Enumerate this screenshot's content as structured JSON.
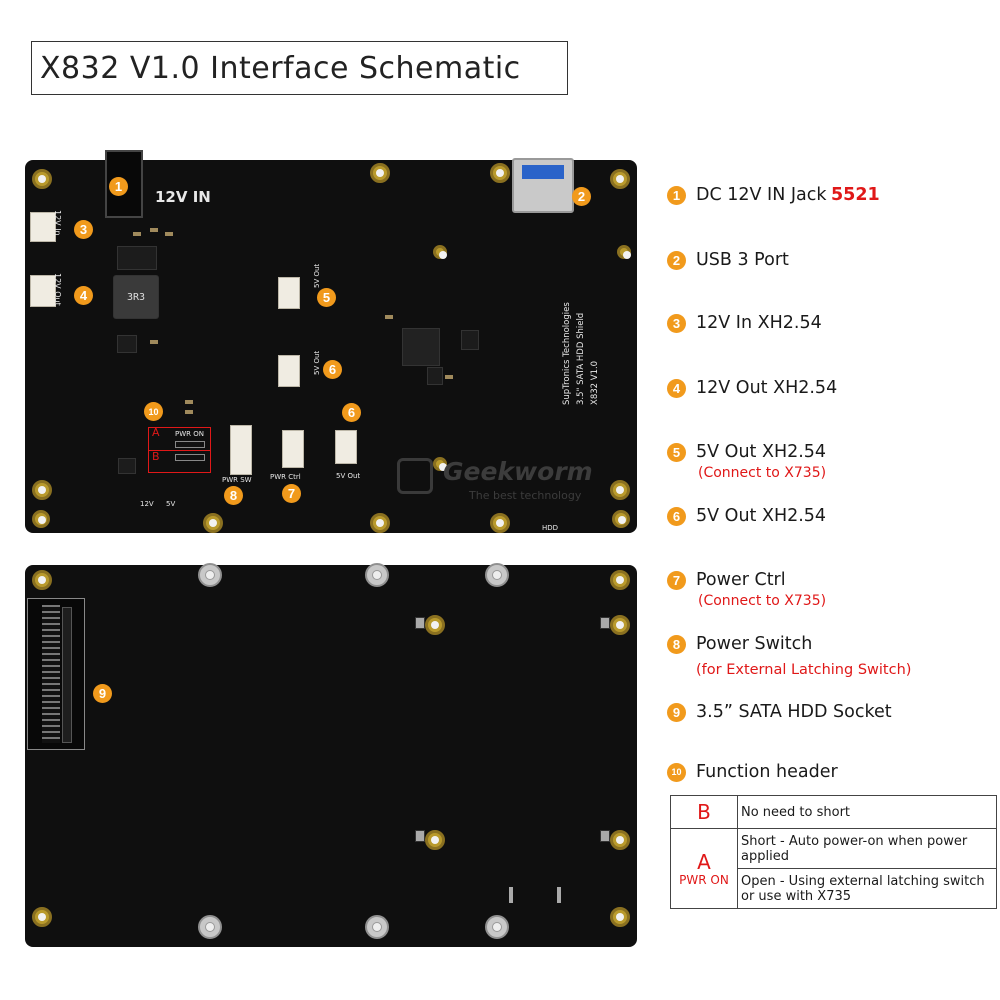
{
  "title": "X832 V1.0 Interface Schematic",
  "board_top": {
    "labels": {
      "twelve_v_in": "12V IN",
      "chip_3r3": "3R3",
      "silk_vertical": [
        "SupTronics Technologies",
        "3.5\" SATA HDD Shield",
        "X832 V1.0"
      ],
      "twelve_v_in_small": "12V In",
      "twelve_v_out_small": "12V Out",
      "five_v_out_a": "5V Out",
      "five_v_out_b": "5V Out",
      "five_v_out_c": "5V Out",
      "pwr_on": "PWR ON",
      "header_a": "A",
      "header_b": "B",
      "pwr_sw": "PWR SW",
      "pwr_ctrl": "PWR Ctrl",
      "v12": "12V",
      "v5": "5V",
      "hdd": "HDD",
      "watermark": "Geekworm",
      "watermark_sub": "The best technology"
    }
  },
  "callouts": [
    "1",
    "2",
    "3",
    "4",
    "5",
    "6",
    "6",
    "7",
    "8",
    "9",
    "10"
  ],
  "legend": {
    "items": [
      {
        "num": "1",
        "label": "DC 12V IN Jack",
        "highlight": "5521"
      },
      {
        "num": "2",
        "label": "USB 3 Port"
      },
      {
        "num": "3",
        "label": "12V In XH2.54"
      },
      {
        "num": "4",
        "label": "12V Out XH2.54"
      },
      {
        "num": "5",
        "label": "5V Out XH2.54",
        "sub": "(Connect to X735)"
      },
      {
        "num": "6",
        "label": "5V Out XH2.54"
      },
      {
        "num": "7",
        "label": "Power Ctrl",
        "sub": "(Connect to X735)"
      },
      {
        "num": "8",
        "label": "Power Switch",
        "sub": "(for External Latching Switch)"
      },
      {
        "num": "9",
        "label": "3.5” SATA HDD Socket"
      },
      {
        "num": "10",
        "label": "Function header"
      }
    ]
  },
  "function_table": {
    "b_letter": "B",
    "b_desc": "No need to short",
    "a_letter": "A",
    "a_sub": "PWR ON",
    "short_desc": "Short - Auto power-on when power applied",
    "open_desc": "Open - Using external latching switch or use with X735"
  },
  "colors": {
    "badge": "#f19a1c",
    "highlight": "#e01818",
    "board": "#0f0f0f",
    "header_box": "#e01818"
  }
}
